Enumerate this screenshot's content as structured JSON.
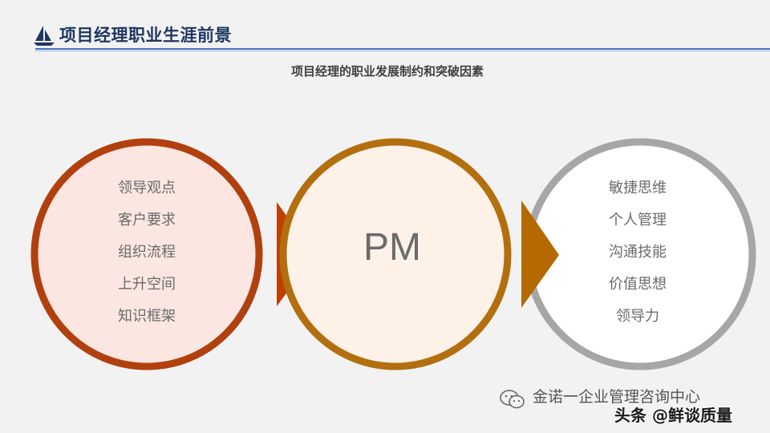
{
  "header": {
    "title": "项目经理职业生涯前景",
    "rule_color": "#4472c4",
    "title_color": "#1f3763",
    "logo_icon": "sailboat-icon"
  },
  "subtitle": "项目经理的职业发展制约和突破因素",
  "diagram": {
    "left": {
      "items": [
        "领导观点",
        "客户要求",
        "组织流程",
        "上升空间",
        "知识框架"
      ],
      "ring_color": "#b1400f",
      "fill_color": "#fbe6e1",
      "arrow_color": "#c03e00"
    },
    "center": {
      "label": "PM",
      "ring_color": "#b36f0f",
      "fill_color": "#fdf1e8",
      "arrow_color": "#b46a00"
    },
    "right": {
      "items": [
        "敏捷思维",
        "个人管理",
        "沟通技能",
        "价值思想",
        "领导力"
      ],
      "ring_color": "#a6a6a6",
      "fill_color": "#ffffff"
    }
  },
  "watermark": {
    "name": "金诺一企业管理咨询中心",
    "tag": "头条 @鲜谈质量",
    "icon": "wechat-icon"
  }
}
